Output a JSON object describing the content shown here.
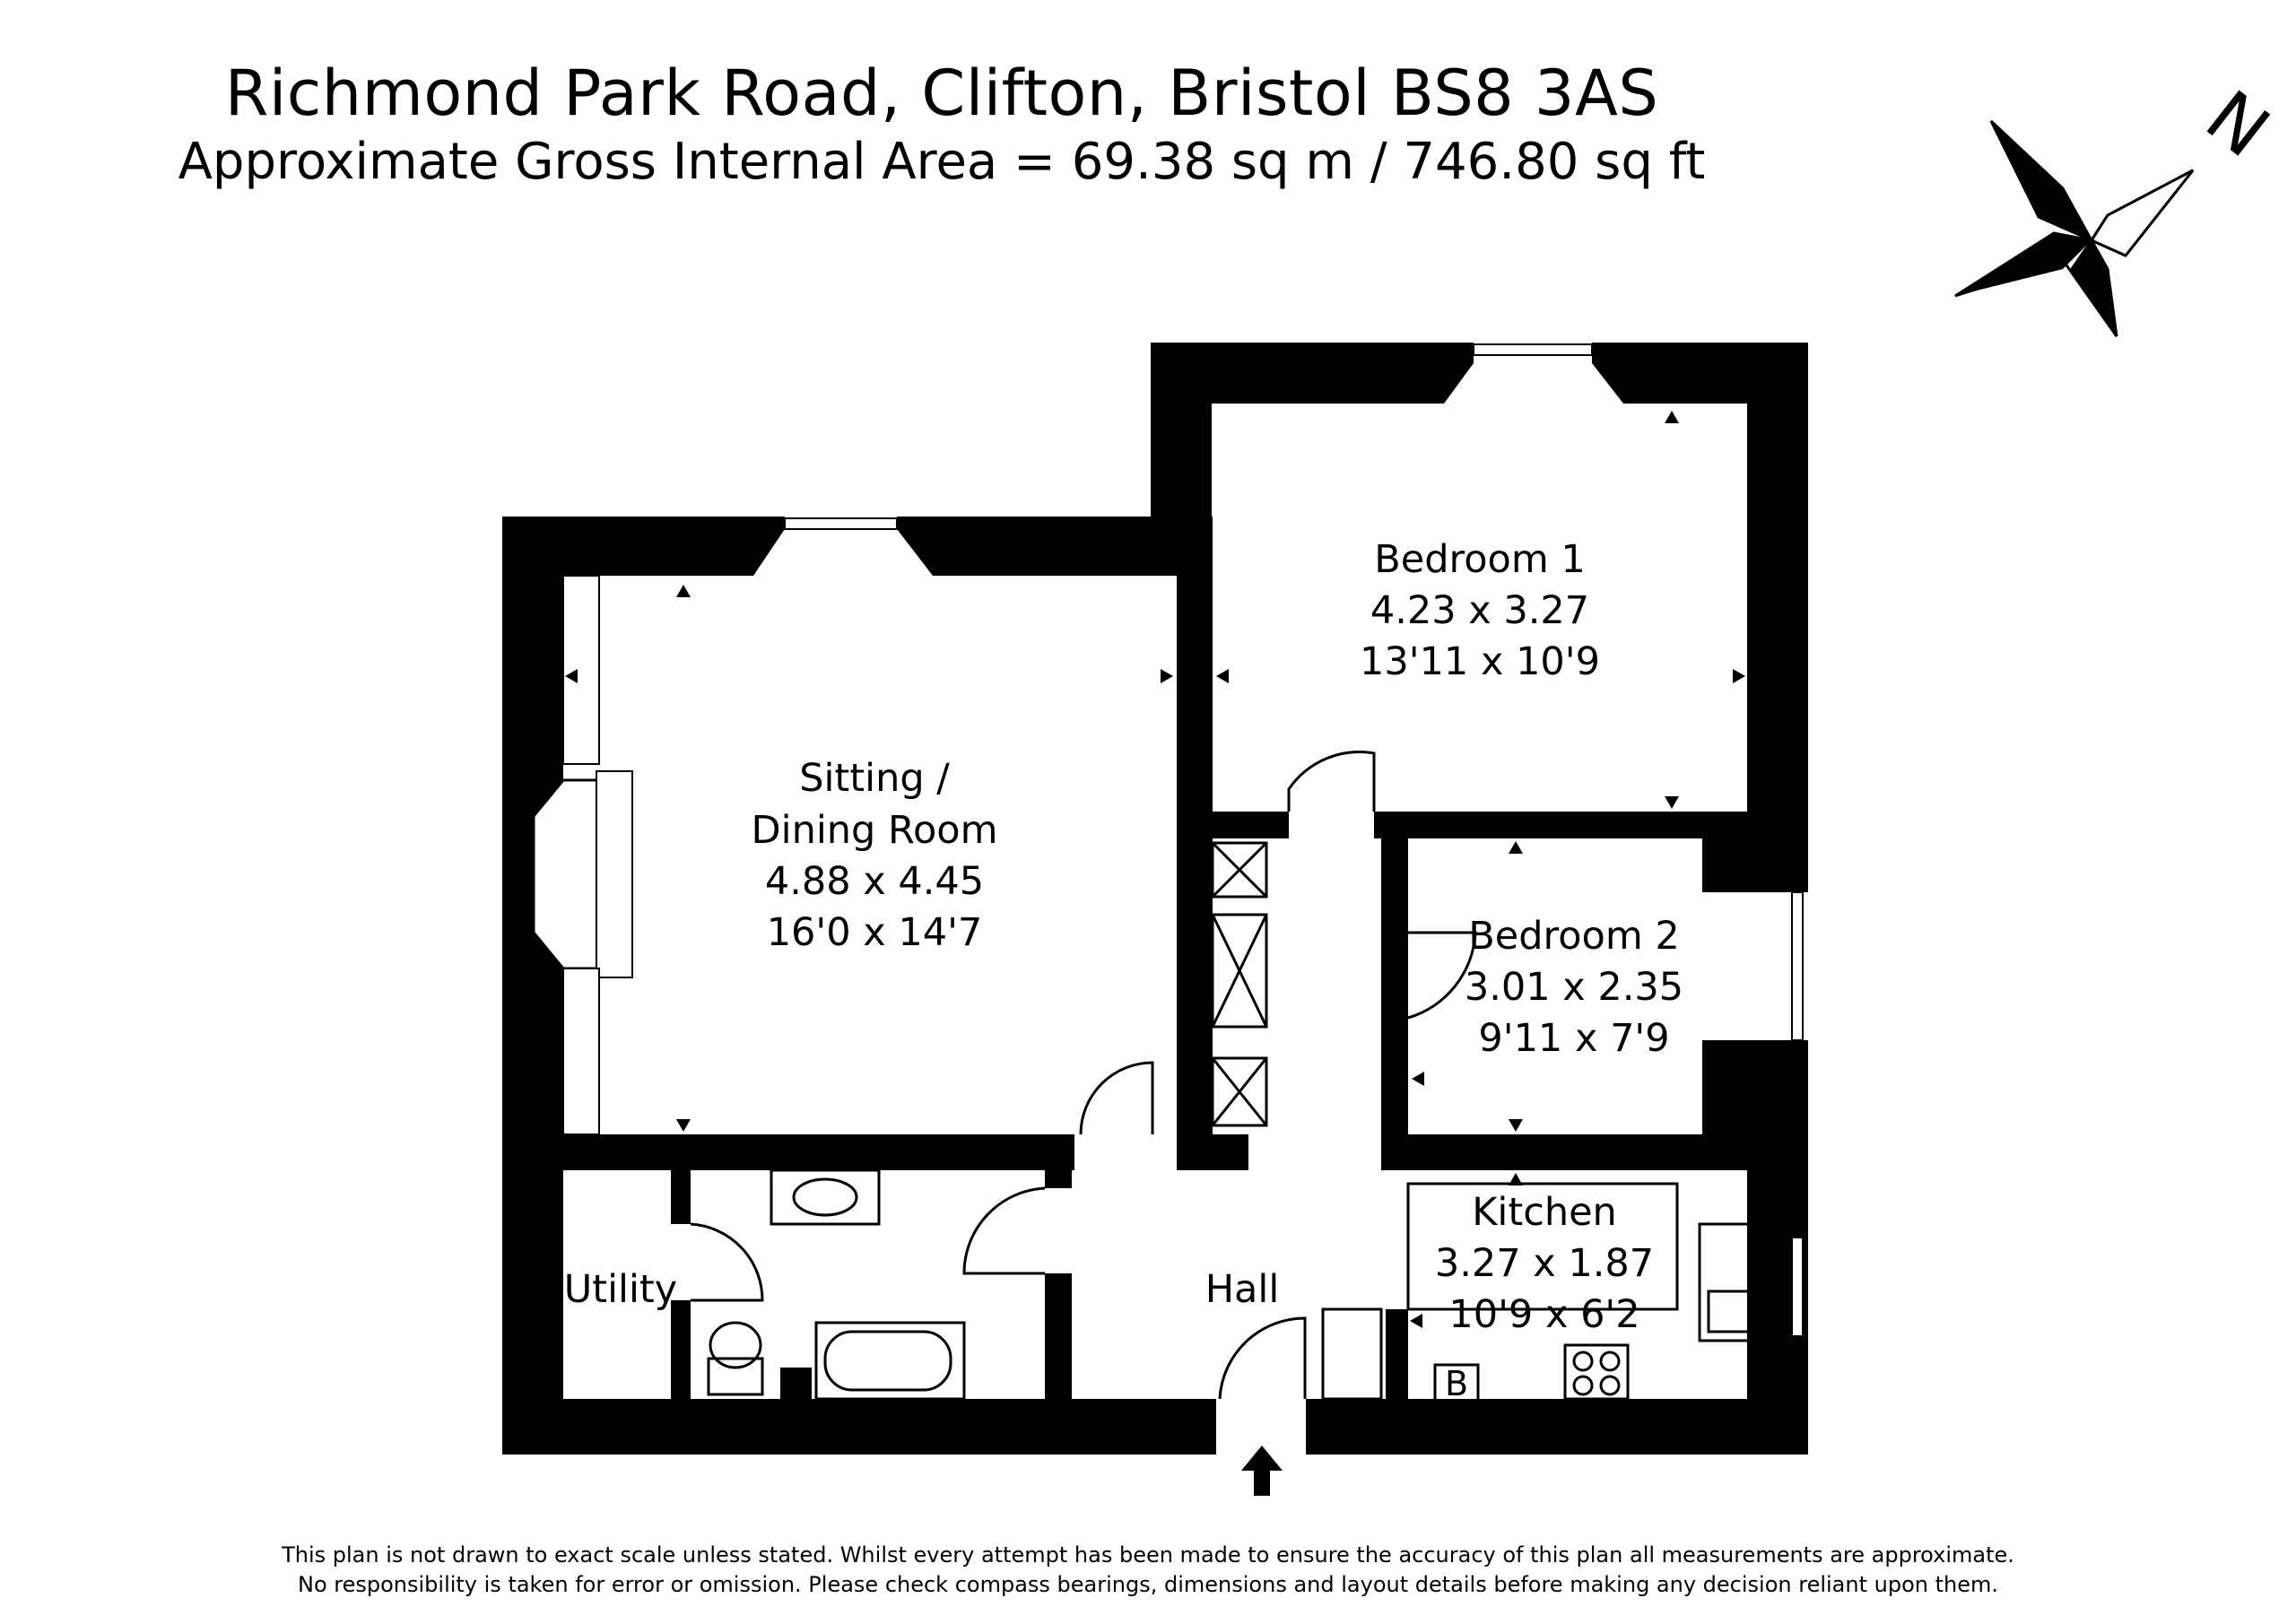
{
  "header": {
    "address": "Richmond Park Road, Clifton, Bristol  BS8 3AS",
    "area": "Approximate Gross Internal Area = 69.38 sq m / 746.80 sq ft"
  },
  "compass": {
    "north_label": "N",
    "icon": "compass-rose-icon"
  },
  "rooms": {
    "sitting": {
      "name_line1": "Sitting /",
      "name_line2": "Dining Room",
      "metric": "4.88 x 4.45",
      "imperial": "16'0 x 14'7"
    },
    "bedroom1": {
      "name": "Bedroom 1",
      "metric": "4.23 x 3.27",
      "imperial": "13'11 x 10'9"
    },
    "bedroom2": {
      "name": "Bedroom 2",
      "metric": "3.01 x 2.35",
      "imperial": "9'11 x 7'9"
    },
    "kitchen": {
      "name": "Kitchen",
      "metric": "3.27 x 1.87",
      "imperial": "10'9 x 6'2"
    },
    "utility": {
      "name": "Utility"
    },
    "hall": {
      "name": "Hall"
    }
  },
  "fixtures": {
    "boiler_label": "B",
    "entrance_icon": "entrance-arrow-icon"
  },
  "footer": {
    "line1": "This plan is not drawn to exact scale unless stated.  Whilst every attempt has been made to ensure the accuracy of this plan all measurements are approximate.",
    "line2": "No responsibility is taken for error or omission.  Please check compass bearings, dimensions and layout details before making any decision reliant upon them."
  },
  "colors": {
    "wall": "#000000",
    "background": "#ffffff"
  }
}
